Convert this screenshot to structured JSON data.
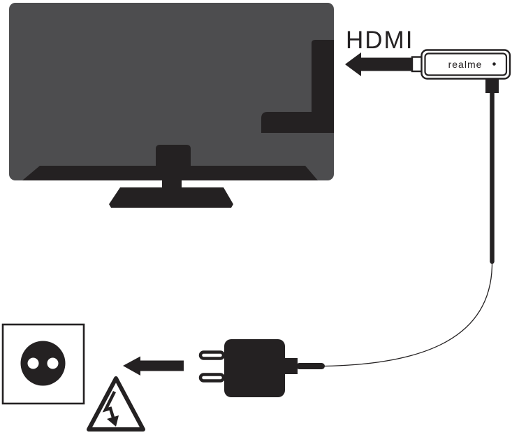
{
  "diagram": {
    "hdmi_label": "HDMI",
    "stick_brand": "realme",
    "colors": {
      "ink": "#242122",
      "tv_gray": "#4d4d4f",
      "paper": "#ffffff"
    },
    "icons": {
      "tv": "tv-icon",
      "hdmi_arrow": "arrow-left-icon",
      "power_arrow": "arrow-left-icon",
      "wall_outlet": "wall-outlet-icon",
      "hazard": "high-voltage-warning-icon",
      "lightning": "lightning-bolt-icon",
      "power_adapter": "power-adapter-icon",
      "streaming_stick": "streaming-stick-icon",
      "usb_cable": "usb-cable-icon",
      "led": "led-indicator-dot"
    }
  }
}
